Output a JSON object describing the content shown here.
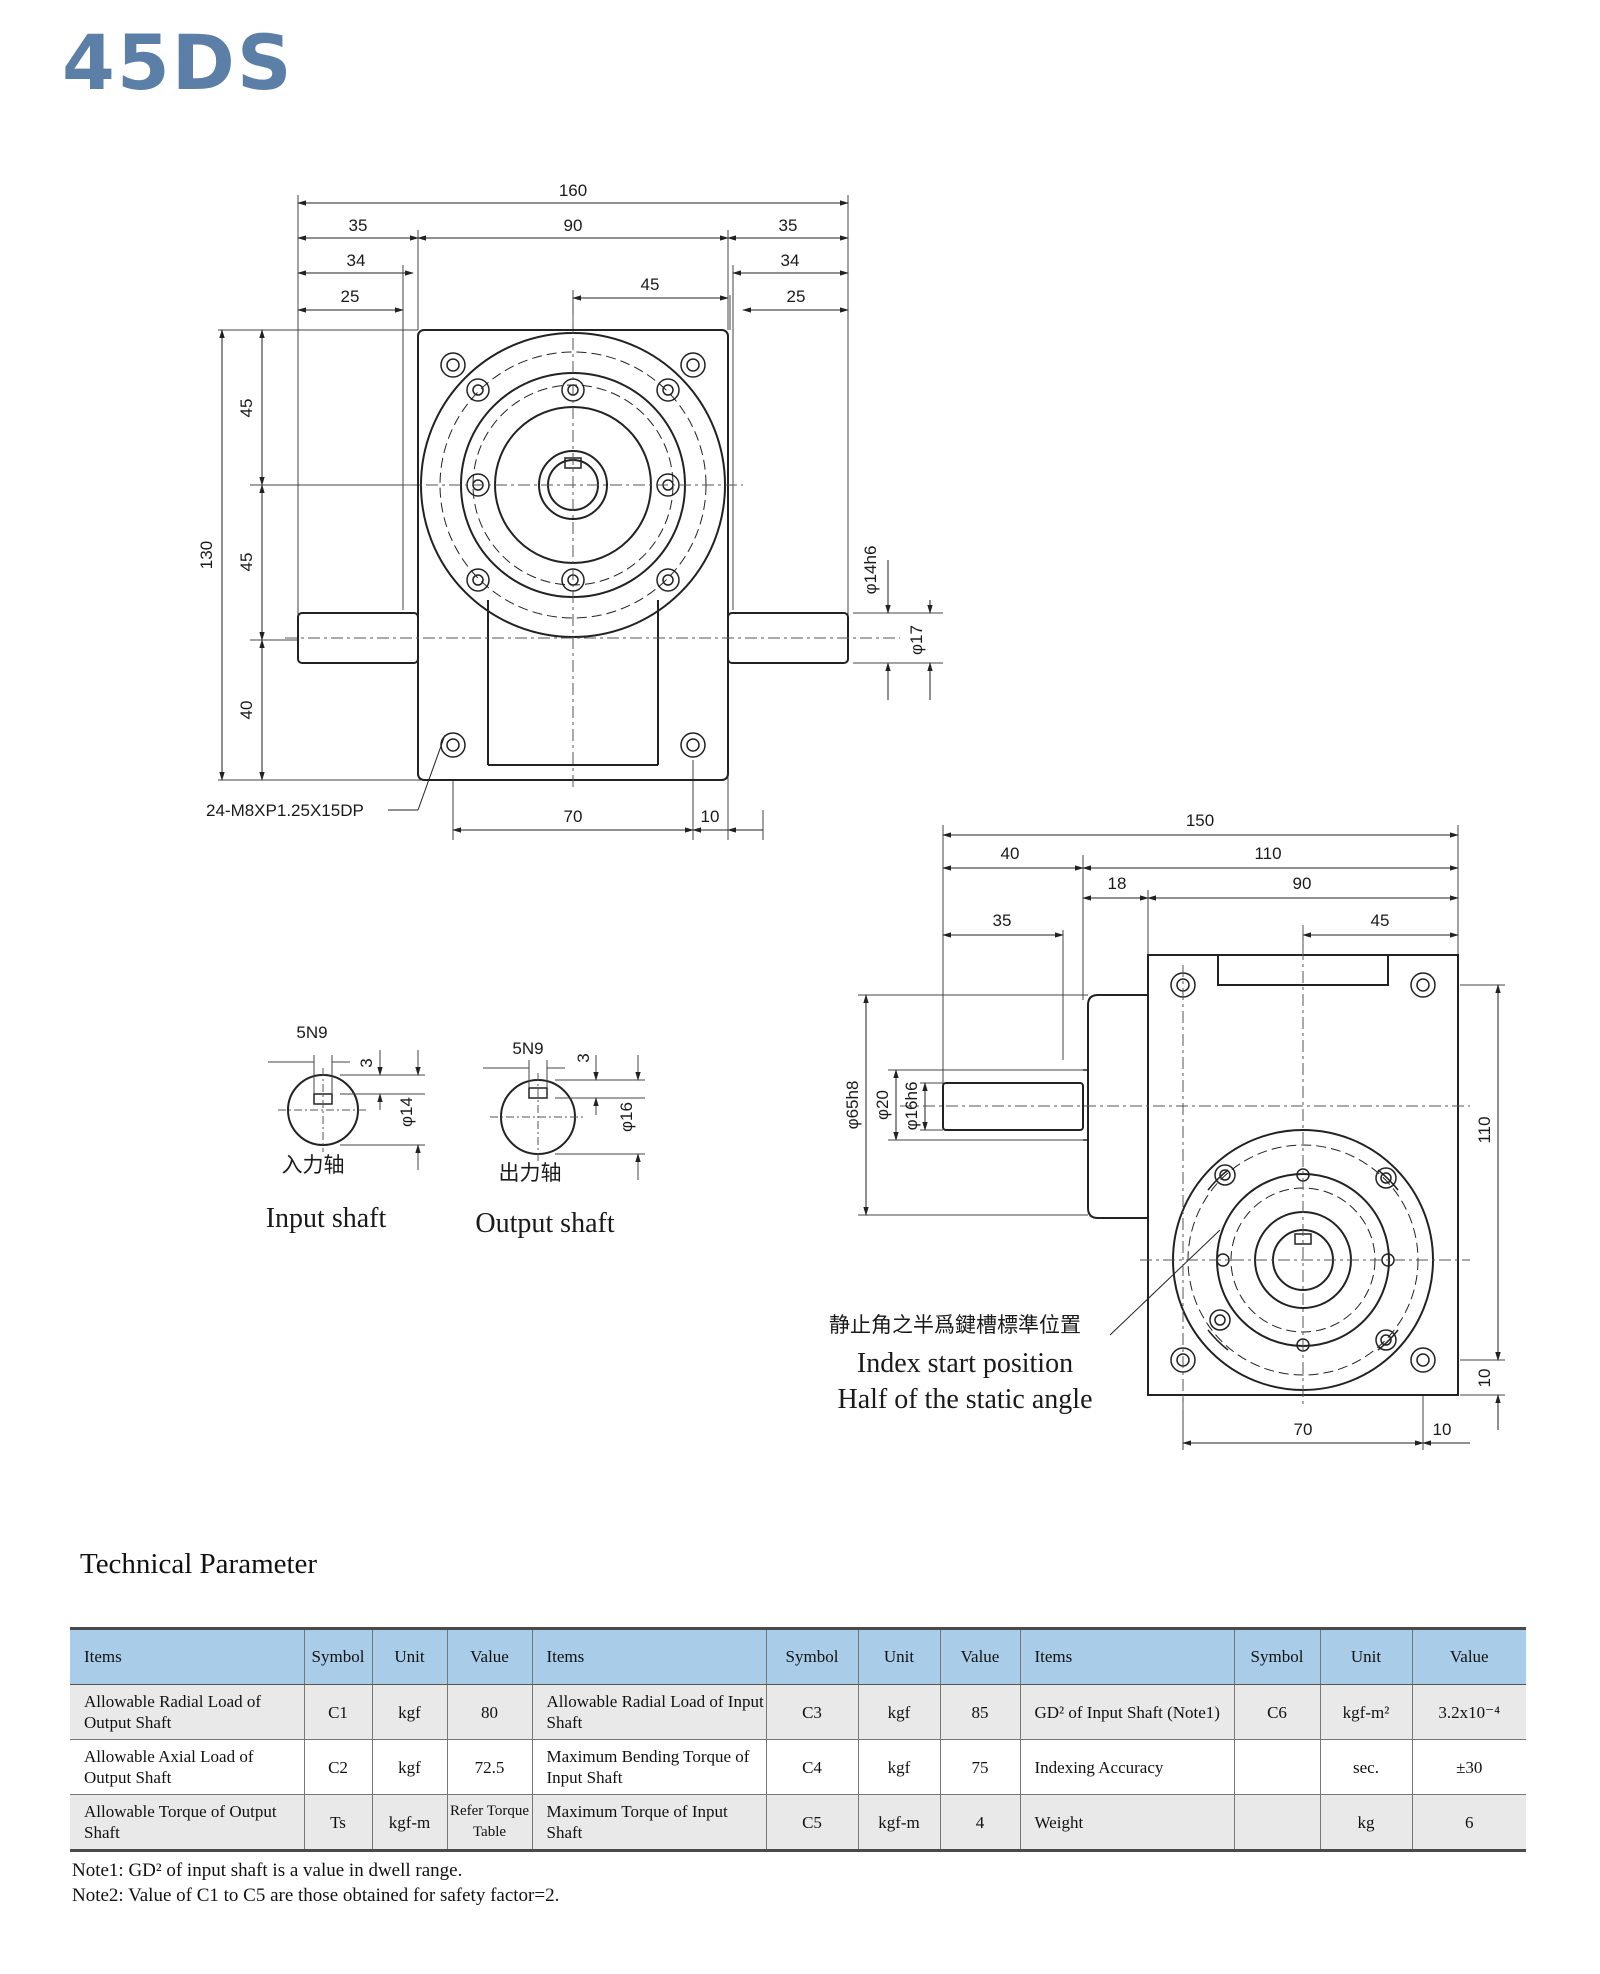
{
  "title": "45DS",
  "top_view": {
    "dims": [
      "160",
      "35",
      "90",
      "35",
      "34",
      "34",
      "25",
      "45",
      "25",
      "45",
      "45",
      "40",
      "130",
      "70",
      "10"
    ],
    "phi14h6": "φ14h6",
    "phi17": "φ17",
    "tap_note": "24-M8XP1.25X15DP"
  },
  "side_view": {
    "dims": [
      "150",
      "40",
      "110",
      "18",
      "90",
      "35",
      "45",
      "110",
      "10",
      "70",
      "10"
    ],
    "phi65h8": "φ65h8",
    "phi20": "φ20",
    "phi16h6": "φ16h6",
    "note_cn": "静止角之半爲鍵槽標準位置",
    "note_en1": "Index start position",
    "note_en2": "Half of the static angle"
  },
  "shafts": {
    "input": {
      "key": "5N9",
      "depth": "3",
      "dia": "φ14",
      "cn": "入力轴",
      "en": "Input shaft"
    },
    "output": {
      "key": "5N9",
      "depth": "3",
      "dia": "φ16",
      "cn": "出力轴",
      "en": "Output shaft"
    }
  },
  "table": {
    "title": "Technical Parameter",
    "headers": [
      "Items",
      "Symbol",
      "Unit",
      "Value",
      "Items",
      "Symbol",
      "Unit",
      "Value",
      "Items",
      "Symbol",
      "Unit",
      "Value"
    ],
    "rows": [
      [
        "Allowable Radial Load  of Output Shaft",
        "C1",
        "kgf",
        "80",
        "Allowable Radial Load of Input Shaft",
        "C3",
        "kgf",
        "85",
        "GD² of Input Shaft (Note1)",
        "C6",
        "kgf-m²",
        "3.2x10⁻⁴"
      ],
      [
        "Allowable Axial Load of Output Shaft",
        "C2",
        "kgf",
        "72.5",
        "Maximum Bending Torque of Input Shaft",
        "C4",
        "kgf",
        "75",
        "Indexing Accuracy",
        "",
        "sec.",
        "±30"
      ],
      [
        "Allowable Torque of Output Shaft",
        "Ts",
        "kgf-m",
        "Refer Torque Table",
        "Maximum Torque of Input Shaft",
        "C5",
        "kgf-m",
        "4",
        "Weight",
        "",
        "kg",
        "6"
      ]
    ]
  },
  "notes": [
    "Note1: GD² of input shaft is a value in dwell range.",
    "Note2: Value of  C1 to C5 are those obtained for safety factor=2."
  ]
}
